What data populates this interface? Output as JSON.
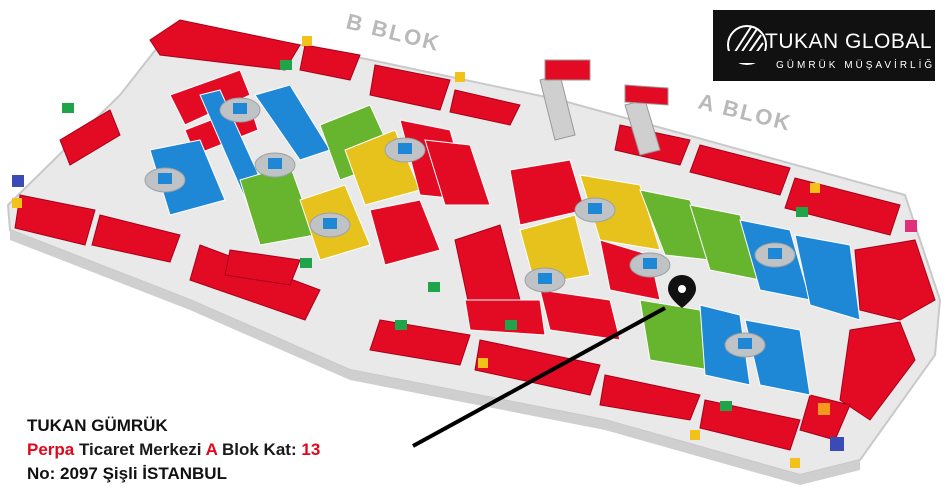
{
  "map": {
    "block_labels": [
      "B BLOK",
      "A BLOK"
    ],
    "colors": {
      "shop_red": "#e30a24",
      "shop_blue": "#1e88d6",
      "shop_green": "#67b42e",
      "shop_yellow": "#e8c21c",
      "floor_gray": "#e9e9e9",
      "marker": "#000000"
    },
    "icons": [
      "wc-icon",
      "elevator-icon",
      "escalator-icon",
      "exit-icon",
      "stairs-icon",
      "map-pin-icon"
    ]
  },
  "logo": {
    "title": "TUKAN GLOBAL",
    "subtitle": "GÜMRÜK MÜŞAVİRLİĞİ"
  },
  "address": {
    "company": "TUKAN GÜMRÜK",
    "building_name": "Perpa",
    "building_rest": "Ticaret Merkezi",
    "block": "A",
    "block_word": "Blok Kat:",
    "floor": "13",
    "line3": "No: 2097 Şişli İSTANBUL"
  }
}
